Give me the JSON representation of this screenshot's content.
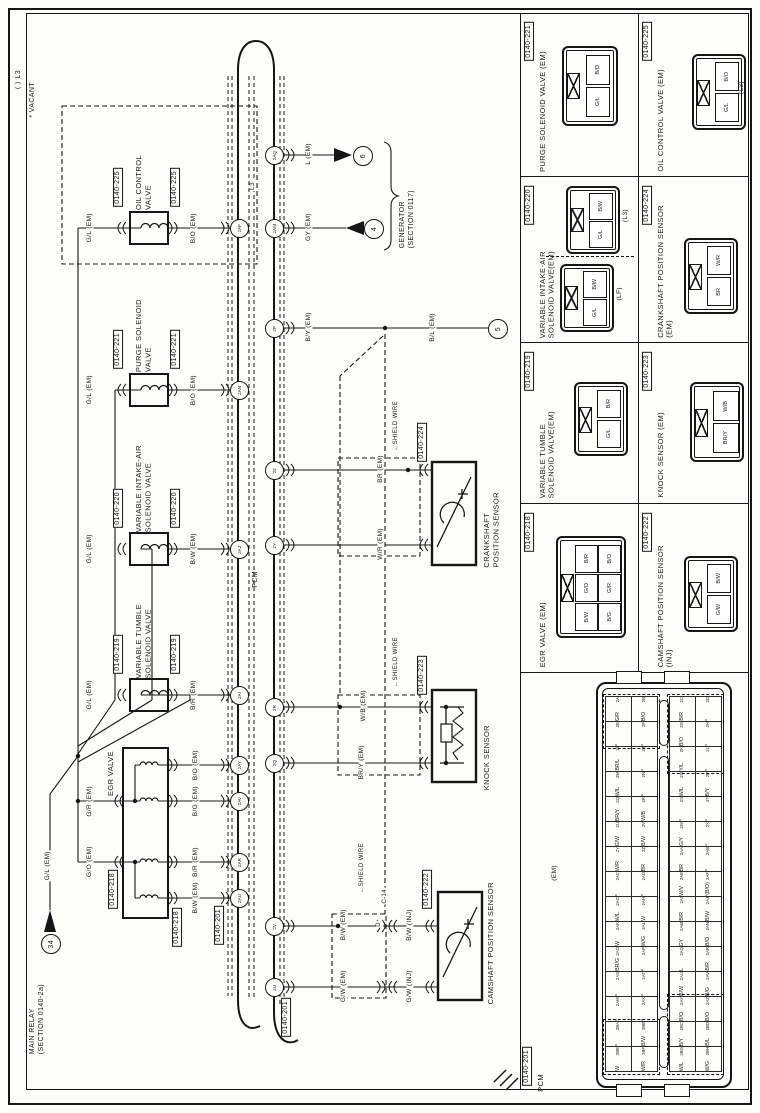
{
  "legend": {
    "variant": "⟨ ⟩ L3",
    "vacant": "* VACANT"
  },
  "pcm": {
    "label": "PCM",
    "l3_tag": "L3",
    "bus_left_code": "0140-201",
    "bus_right_code": "0140-201"
  },
  "main_relay": {
    "name": "MAIN RELAY",
    "section": "(SECTION 0140-2a)",
    "ref": "34",
    "wire": "G/L (EM)"
  },
  "valves": [
    {
      "code": "0140-225",
      "name1": "OIL CONTROL",
      "name2": "VALVE",
      "wire_left": "G/L (EM)",
      "wire_right": "B/O (EM)",
      "pin": "2AF"
    },
    {
      "code": "0140-221",
      "name1": "PURGE SOLENOID",
      "name2": "VALVE",
      "wire_left": "G/L (EM)",
      "wire_right": "B/O (EM)",
      "pin": "2AN"
    },
    {
      "code": "0140-220",
      "name1": "VARIABLE INTAKE-AIR",
      "name2": "SOLENOID VALVE",
      "wire_left": "G/L (EM)",
      "wire_right": "B/W (EM)",
      "pin": "2AJ"
    },
    {
      "code": "0140-219",
      "name1": "VARIABLE TUMBLE",
      "name2": "SOLENOID VALVE",
      "wire_left": "G/L (EM)",
      "wire_right": "B/R (EM)",
      "pin": "2AI"
    }
  ],
  "egr": {
    "name": "EGR VALVE",
    "code_a": "0140-218",
    "code_b": "0140-218",
    "supply1": "G/R (EM)",
    "supply2": "G/O (EM)",
    "ret1": {
      "label": "B/O (EM)",
      "pin": "2AY"
    },
    "ret2": {
      "label": "B/G (EM)",
      "pin": "2AV"
    },
    "ret3": {
      "label": "B/R (EM)",
      "pin": "2AR"
    },
    "ret4": {
      "label": "B/W (EM)",
      "pin": "2AU"
    }
  },
  "generator": {
    "name": "GENERATOR",
    "section": "(SECTION 0117)",
    "wire1": "L (EM)",
    "pin1": "2AQ",
    "ref1": "6",
    "wire2": "GY (EM)",
    "pin2": "2AM",
    "ref2": "4"
  },
  "battery_line": {
    "pin": "2P",
    "wire1": "B/Y (EM)",
    "wire2": "B/L (EM)",
    "ref": "5"
  },
  "crank": {
    "code": "0140-224",
    "name1": "CRANKSHAFT",
    "name2": "POSITION SENSOR",
    "shield": "←SHIELD WIRE",
    "wire1": "BR (EM)",
    "pin1": "2Z",
    "wire2": "W/R (EM)",
    "pin2": "2Y"
  },
  "knock": {
    "code": "0140-223",
    "name": "KNOCK SENSOR",
    "shield": "←SHIELD WIRE",
    "wire1": "W/B (EM)",
    "pin1": "2R",
    "wire2": "BR/Y (EM)",
    "pin2": "2Q"
  },
  "cam": {
    "code": "0140-222",
    "name": "CAMSHAFT POSITION SENSOR",
    "shield": "←SHIELD WIRE",
    "inline_conn": "C-14",
    "inline_pin": "D",
    "wire1a": "B/W (EM)",
    "wire1b": "B/W (INJ)",
    "pin1": "2V",
    "wire2a": "G/W (EM)",
    "wire2b": "G/W (INJ)",
    "pin2": "2U"
  },
  "panel": {
    "cells": [
      {
        "code": "0140-221",
        "name": "PURGE SOLENOID VALVE (EM)",
        "pins": [
          "B/O",
          "G/L"
        ]
      },
      {
        "code": "0140-225",
        "name": "OIL CONTROL VALVE (EM)",
        "pins": [
          "B/O",
          "G/L"
        ],
        "note": "(L3)"
      },
      {
        "code": "0140-220",
        "name1": "VARIABLE INTAKE-AIR",
        "name2": "SOLENOID VALVE(EM)",
        "conn1_pins": [
          "B/W",
          "G/L"
        ],
        "conn1_note": "(L3)",
        "conn2_pins": [
          "B/W",
          "G/L"
        ],
        "conn2_note": "(LF)"
      },
      {
        "code": "0140-224",
        "name1": "CRANKSHAFT POSITION SENSOR",
        "name2": "(EM)",
        "pins": [
          "W/R",
          "BR"
        ]
      },
      {
        "code": "0140-219",
        "name1": "VARIABLE TUMBLE",
        "name2": "SOLENOID VALVE(EM)",
        "pins": [
          "B/R",
          "G/L"
        ]
      },
      {
        "code": "0140-223",
        "name": "KNOCK SENSOR (EM)",
        "pins": [
          "W/B",
          "BR/Y"
        ]
      },
      {
        "code": "0140-218",
        "name": "EGR VALVE (EM)",
        "pins_left": [
          "B/R",
          "G/O",
          "B/W"
        ],
        "pins_right": [
          "B/O",
          "G/R",
          "B/G"
        ]
      },
      {
        "code": "0140-222",
        "name1": "CAMSHAFT POSITION SENSOR",
        "name2": "(INJ)",
        "pins": [
          "B/W",
          "G/W"
        ]
      }
    ]
  },
  "pcm_grid": {
    "code": "0140-201",
    "name": "PCM",
    "tag": "(EM)",
    "cols": [
      [
        {
          "id": "2A",
          "val": "G/R"
        },
        {
          "id": "2E",
          "val": "*"
        },
        {
          "id": "2I",
          "val": "BR/L"
        },
        {
          "id": "2M",
          "val": "W/L"
        },
        {
          "id": "2Q",
          "val": "BR/Y"
        },
        {
          "id": "2U",
          "val": "G/W"
        },
        {
          "id": "2Y",
          "val": "W/R"
        },
        {
          "id": "2AC",
          "val": "*"
        },
        {
          "id": "2AG",
          "val": "W/L"
        },
        {
          "id": "2AK",
          "val": "W"
        },
        {
          "id": "2AO",
          "val": "BR/G"
        },
        {
          "id": "2AS",
          "val": "*"
        },
        {
          "id": "2AW",
          "val": "*"
        },
        {
          "id": "2BA",
          "val": "*"
        },
        {
          "id": "2BE",
          "val": "W"
        }
      ],
      [
        {
          "id": "2B",
          "val": "B/O"
        },
        {
          "id": "2F",
          "val": "*"
        },
        {
          "id": "2J",
          "val": "*"
        },
        {
          "id": "2N",
          "val": "*"
        },
        {
          "id": "2R",
          "val": "W/B"
        },
        {
          "id": "2V",
          "val": "B/W"
        },
        {
          "id": "2Z",
          "val": "BR"
        },
        {
          "id": "2AD",
          "val": "*"
        },
        {
          "id": "2AH",
          "val": "W"
        },
        {
          "id": "2AL",
          "val": "W/G"
        },
        {
          "id": "2AP",
          "val": "*"
        },
        {
          "id": "2AT",
          "val": "*"
        },
        {
          "id": "2AX",
          "val": "*"
        },
        {
          "id": "2BB",
          "val": "B/W"
        },
        {
          "id": "2BF",
          "val": "W/R"
        }
      ],
      [
        {
          "id": "2C",
          "val": "B/R"
        },
        {
          "id": "2G",
          "val": "B/O"
        },
        {
          "id": "2K",
          "val": "Y/L"
        },
        {
          "id": "2O",
          "val": "W/L"
        },
        {
          "id": "2S",
          "val": "*"
        },
        {
          "id": "2W",
          "val": "G/Y"
        },
        {
          "id": "2AA",
          "val": "BR"
        },
        {
          "id": "2AE",
          "val": "W/V"
        },
        {
          "id": "2AI",
          "val": "B/R"
        },
        {
          "id": "2AM",
          "val": "GY"
        },
        {
          "id": "2AQ",
          "val": "L"
        },
        {
          "id": "2AU",
          "val": "B/W"
        },
        {
          "id": "2AY",
          "val": "B/O"
        },
        {
          "id": "2BC",
          "val": "B/Y"
        },
        {
          "id": "2BG",
          "val": "W/L"
        }
      ],
      [
        {
          "id": "2D",
          "val": "*"
        },
        {
          "id": "2H",
          "val": "*"
        },
        {
          "id": "2L",
          "val": "*"
        },
        {
          "id": "2P",
          "val": "B/Y"
        },
        {
          "id": "2T",
          "val": "*"
        },
        {
          "id": "2X",
          "val": "*"
        },
        {
          "id": "2AB",
          "val": "*"
        },
        {
          "id": "2AF",
          "val": "*⟨B/O⟩"
        },
        {
          "id": "2AJ",
          "val": "B/W"
        },
        {
          "id": "2AN",
          "val": "B/O"
        },
        {
          "id": "2AR",
          "val": "B/R"
        },
        {
          "id": "2AV",
          "val": "B/G"
        },
        {
          "id": "2AZ",
          "val": "B/O"
        },
        {
          "id": "2BD",
          "val": "B/L"
        },
        {
          "id": "2BH",
          "val": "W/G"
        }
      ]
    ]
  }
}
